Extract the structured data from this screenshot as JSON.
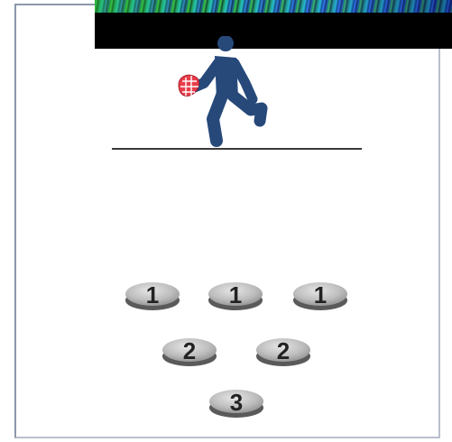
{
  "pins": {
    "row1": [
      "1",
      "1",
      "1"
    ],
    "row2": [
      "2",
      "2"
    ],
    "row3": [
      "3"
    ]
  },
  "colors": {
    "figure": "#27497a",
    "disc_base": "#5a5a5a",
    "disc_top": "#bdbdbd",
    "banner": "#000000",
    "frame": "#8c97aa"
  },
  "icons": {
    "figure": "running-person-icon",
    "ball": "net-ball-icon"
  }
}
